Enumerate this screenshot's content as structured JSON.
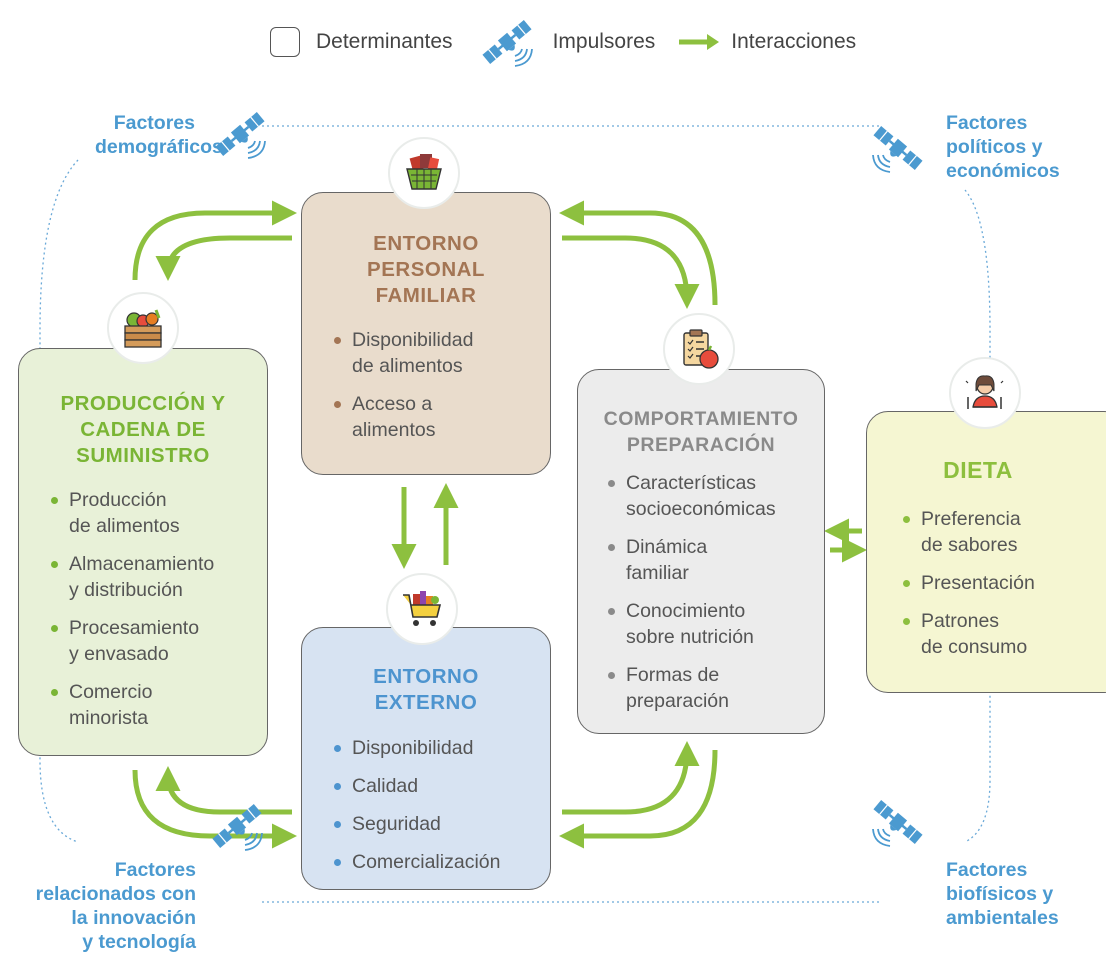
{
  "legend": {
    "determinantes": "Determinantes",
    "impulsores": "Impulsores",
    "interacciones": "Interacciones"
  },
  "boxes": {
    "produccion": {
      "title": [
        "PRODUCCIÓN Y",
        "CADENA DE",
        "SUMINISTRO"
      ],
      "items": [
        "Producción\nde alimentos",
        "Almacenamiento\ny distribución",
        "Procesamiento\ny envasado",
        "Comercio\nminorista"
      ]
    },
    "personal": {
      "title": [
        "ENTORNO",
        "PERSONAL",
        "FAMILIAR"
      ],
      "items": [
        "Disponibilidad\nde alimentos",
        "Acceso a\nalimentos"
      ]
    },
    "externo": {
      "title": [
        "ENTORNO",
        "EXTERNO"
      ],
      "items": [
        "Disponibilidad",
        "Calidad",
        "Seguridad",
        "Comercialización"
      ]
    },
    "comportamiento": {
      "title": [
        "COMPORTAMIENTO",
        "PREPARACIÓN"
      ],
      "items": [
        "Características\nsocioeconómicas",
        "Dinámica\nfamiliar",
        "Conocimiento\nsobre nutrición",
        "Formas de\npreparación"
      ]
    },
    "dieta": {
      "title": [
        "DIETA"
      ],
      "items": [
        "Preferencia\nde sabores",
        "Presentación",
        "Patrones\nde consumo"
      ]
    }
  },
  "factors": {
    "demograficos": [
      "Factores",
      "demográficos"
    ],
    "politicos": [
      "Factores",
      "políticos y",
      "económicos"
    ],
    "innovacion": [
      "Factores",
      "relacionados con",
      "la innovación",
      "y tecnología"
    ],
    "biofisicos": [
      "Factores",
      "biofísicos y",
      "ambientales"
    ]
  },
  "colors": {
    "arrow_green": "#8dc03f",
    "factor_blue": "#4b9ad0",
    "produccion_fill": "#e8f1d8",
    "produccion_accent": "#7ab535",
    "personal_fill": "#e9dccc",
    "personal_accent": "#a37554",
    "externo_fill": "#d7e3f2",
    "externo_accent": "#4d94cf",
    "comportamiento_fill": "#ececec",
    "comportamiento_accent": "#8a8a8a",
    "dieta_fill": "#f5f6d2",
    "dieta_accent": "#8dbf3e"
  },
  "icons": {
    "produccion": "vegetable-crate-icon",
    "personal": "shopping-basket-icon",
    "externo": "shopping-cart-icon",
    "comportamiento": "clipboard-apple-icon",
    "dieta": "person-eating-icon",
    "impulsor": "satellite-icon"
  }
}
